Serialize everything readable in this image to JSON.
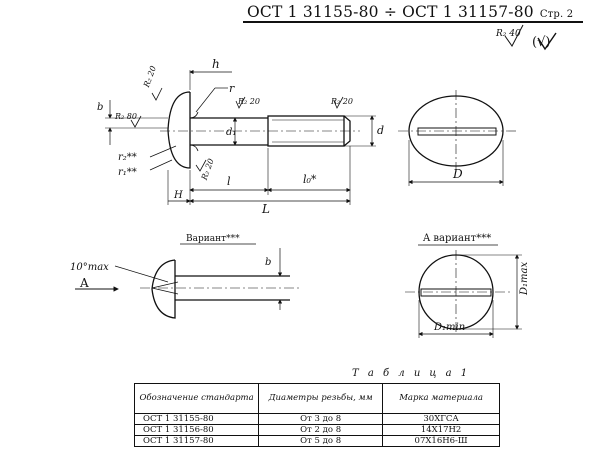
{
  "header": {
    "title": "ОСТ 1 31155-80 ÷ ОСТ 1 31157-80",
    "page": "Стр. 2",
    "roughness_general": "R₂ 40",
    "roughness_mark": "(√)"
  },
  "main_view": {
    "dims": {
      "h": "h",
      "r": "r",
      "d1": "d₁",
      "d": "d",
      "D": "D",
      "l": "l",
      "l0": "l₀*",
      "L": "L",
      "H": "H",
      "b": "b",
      "r1": "r₁**",
      "r2": "r₂**"
    },
    "roughness": {
      "head_top": "R₂ 20",
      "head_side": "R₂ 80",
      "shank": "R₂ 20",
      "thread": "R₂ 20",
      "under_head": "R₂ 20"
    }
  },
  "variant_left": {
    "title": "Вариант***",
    "angle": "10°max",
    "arrow": "A",
    "b": "b"
  },
  "variant_right": {
    "title": "A вариант***",
    "D1max": "D₁max",
    "D1min": "D₁min"
  },
  "table": {
    "caption": "Т а б л и ц а  1",
    "headers": [
      "Обозначение стандарта",
      "Диаметры резьбы, мм",
      "Марка материала"
    ],
    "rows": [
      [
        "ОСТ 1 31155-80",
        "От 3 до 8",
        "30ХГСА"
      ],
      [
        "ОСТ 1 31156-80",
        "От 2 до 8",
        "14Х17Н2"
      ],
      [
        "ОСТ 1 31157-80",
        "От 5 до 8",
        "07Х16Н6-Ш"
      ]
    ]
  }
}
